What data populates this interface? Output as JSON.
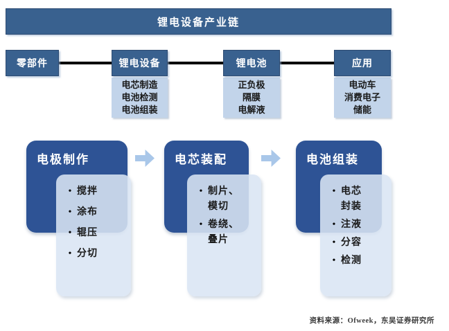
{
  "title_bar": {
    "label": "锂电设备产业链"
  },
  "chain": {
    "nodes": [
      {
        "label": "零部件",
        "items": []
      },
      {
        "label": "锂电设备",
        "items": [
          "电芯制造",
          "电池检测",
          "电池组装"
        ]
      },
      {
        "label": "锂电池",
        "items": [
          "正负极",
          "隔膜",
          "电解液"
        ]
      },
      {
        "label": "应用",
        "items": [
          "电动车",
          "消费电子",
          "储能"
        ]
      }
    ]
  },
  "process": {
    "stages": [
      {
        "label": "电极制作",
        "steps": [
          "搅拌",
          "涂布",
          "辊压",
          "分切"
        ]
      },
      {
        "label": "电芯装配",
        "steps": [
          "制片、\n模切",
          "卷绕、\n叠片"
        ]
      },
      {
        "label": "电池组装",
        "steps": [
          "电芯\n封装",
          "注液",
          "分容",
          "检测"
        ]
      }
    ]
  },
  "footer": {
    "source": "资料来源：Ofweek，东吴证券研究所"
  },
  "icons": {
    "bullet": "•",
    "flow_arrow": "right-block-arrow"
  },
  "colors": {
    "header_bar": "#39618f",
    "chain_node_fill": "#39618f",
    "sub_box_fill": "#c2d4ea",
    "stage_fill": "#2e5395",
    "detail_fill": "#dbe6f3",
    "arrow_fill": "#a9c7e9",
    "connector": "#000000"
  }
}
